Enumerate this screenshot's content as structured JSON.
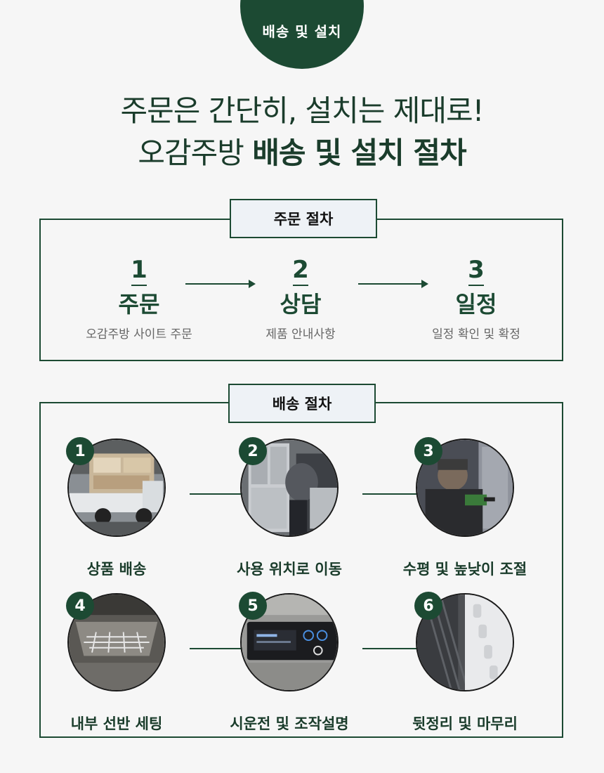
{
  "top_tab": {
    "label": "배송 및 설치"
  },
  "headline": {
    "line1": "주문은 간단히, 설치는 제대로!",
    "line2_regular": "오감주방",
    "line2_bold": "배송 및 설치 절차"
  },
  "order": {
    "label": "주문 절차",
    "steps": [
      {
        "num": "1",
        "title": "주문",
        "desc": "오감주방 사이트 주문"
      },
      {
        "num": "2",
        "title": "상담",
        "desc": "제품 안내사항"
      },
      {
        "num": "3",
        "title": "일정",
        "desc": "일정 확인 및 확정"
      }
    ]
  },
  "shipping": {
    "label": "배송 절차",
    "steps": [
      {
        "num": "1",
        "caption": "상품 배송",
        "icon": "delivery-truck-photo"
      },
      {
        "num": "2",
        "caption": "사용 위치로 이동",
        "icon": "moving-fridge-photo"
      },
      {
        "num": "3",
        "caption": "수평 및 높낮이 조절",
        "icon": "leveling-drill-photo"
      },
      {
        "num": "4",
        "caption": "내부 선반 세팅",
        "icon": "shelf-setup-photo"
      },
      {
        "num": "5",
        "caption": "시운전 및 조작설명",
        "icon": "control-panel-photo"
      },
      {
        "num": "6",
        "caption": "뒷정리 및 마무리",
        "icon": "cleanup-photo"
      }
    ]
  },
  "colors": {
    "accent": "#1c4a33",
    "background": "#f6f6f6"
  }
}
